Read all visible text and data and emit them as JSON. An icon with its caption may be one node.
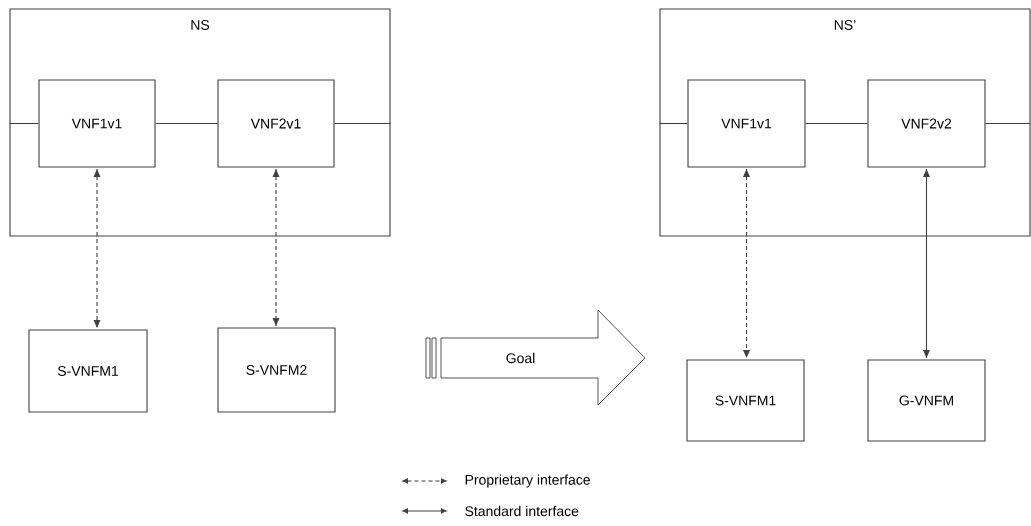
{
  "diagram": {
    "nodes": [
      {
        "text": [
          "NS"
        ]
      },
      {
        "text": [
          "VNF1v1"
        ],
        "in": 0
      },
      {
        "text": [
          "VNF2v1"
        ],
        "in": 0
      },
      {
        "text": [
          "S-VNFM1"
        ]
      },
      {
        "text": [
          "S-VNFM2"
        ]
      },
      {
        "text": [
          "Goal"
        ]
      },
      {
        "text": [
          "NS’"
        ]
      },
      {
        "text": [
          "VNF1v1"
        ],
        "in": 6
      },
      {
        "text": [
          "VNF2v2"
        ],
        "in": 6
      },
      {
        "text": [
          "S-VNFM1"
        ]
      },
      {
        "text": [
          "G-VNFM"
        ]
      }
    ],
    "edges": [
      {
        "from": 0,
        "to": 1,
        "arrow": "none"
      },
      {
        "from": 1,
        "to": 2,
        "arrow": "none"
      },
      {
        "from": 2,
        "to": 0,
        "arrow": "none"
      },
      {
        "from": 1,
        "to": 3,
        "arrow": "both",
        "style": "dashed"
      },
      {
        "from": 2,
        "to": 4,
        "arrow": "both",
        "style": "dashed"
      },
      {
        "from": 6,
        "to": 7,
        "arrow": "none"
      },
      {
        "from": 7,
        "to": 8,
        "arrow": "none"
      },
      {
        "from": 8,
        "to": 6,
        "arrow": "none"
      },
      {
        "from": 7,
        "to": 9,
        "arrow": "both",
        "style": "dashed"
      },
      {
        "from": 8,
        "to": 10,
        "arrow": "both"
      }
    ],
    "legend": [
      {
        "text": "Proprietary interface"
      },
      {
        "text": "Standard interface"
      }
    ]
  }
}
